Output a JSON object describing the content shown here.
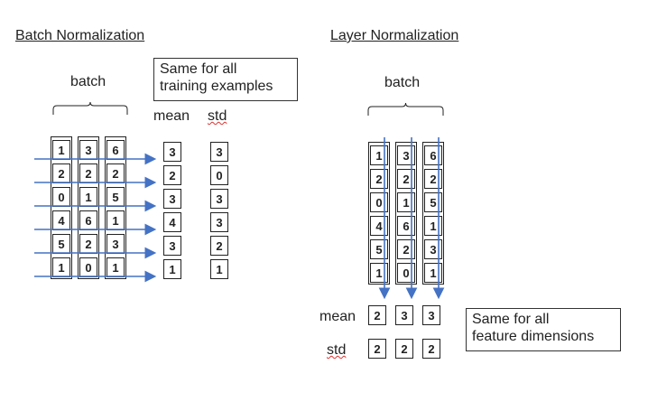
{
  "batch_norm": {
    "title": "Batch Normalization",
    "batch_label": "batch",
    "note_line1": "Same for all",
    "note_line2": "training examples",
    "mean_label": "mean",
    "std_label": "std",
    "matrix": [
      [
        1,
        3,
        6
      ],
      [
        2,
        2,
        2
      ],
      [
        0,
        1,
        5
      ],
      [
        4,
        6,
        1
      ],
      [
        5,
        2,
        3
      ],
      [
        1,
        0,
        1
      ]
    ],
    "mean": [
      3,
      2,
      3,
      4,
      3,
      1
    ],
    "std": [
      3,
      0,
      3,
      3,
      2,
      1
    ]
  },
  "layer_norm": {
    "title": "Layer Normalization",
    "batch_label": "batch",
    "note_line1": "Same for all",
    "note_line2": "feature dimensions",
    "mean_label": "mean",
    "std_label": "std",
    "matrix": [
      [
        1,
        3,
        6
      ],
      [
        2,
        2,
        2
      ],
      [
        0,
        1,
        5
      ],
      [
        4,
        6,
        1
      ],
      [
        5,
        2,
        3
      ],
      [
        1,
        0,
        1
      ]
    ],
    "mean": [
      2,
      3,
      3
    ],
    "std": [
      2,
      2,
      2
    ]
  },
  "colors": {
    "arrow": "#4472c4",
    "border": "#222222",
    "spellcheck": "#dd3333"
  }
}
